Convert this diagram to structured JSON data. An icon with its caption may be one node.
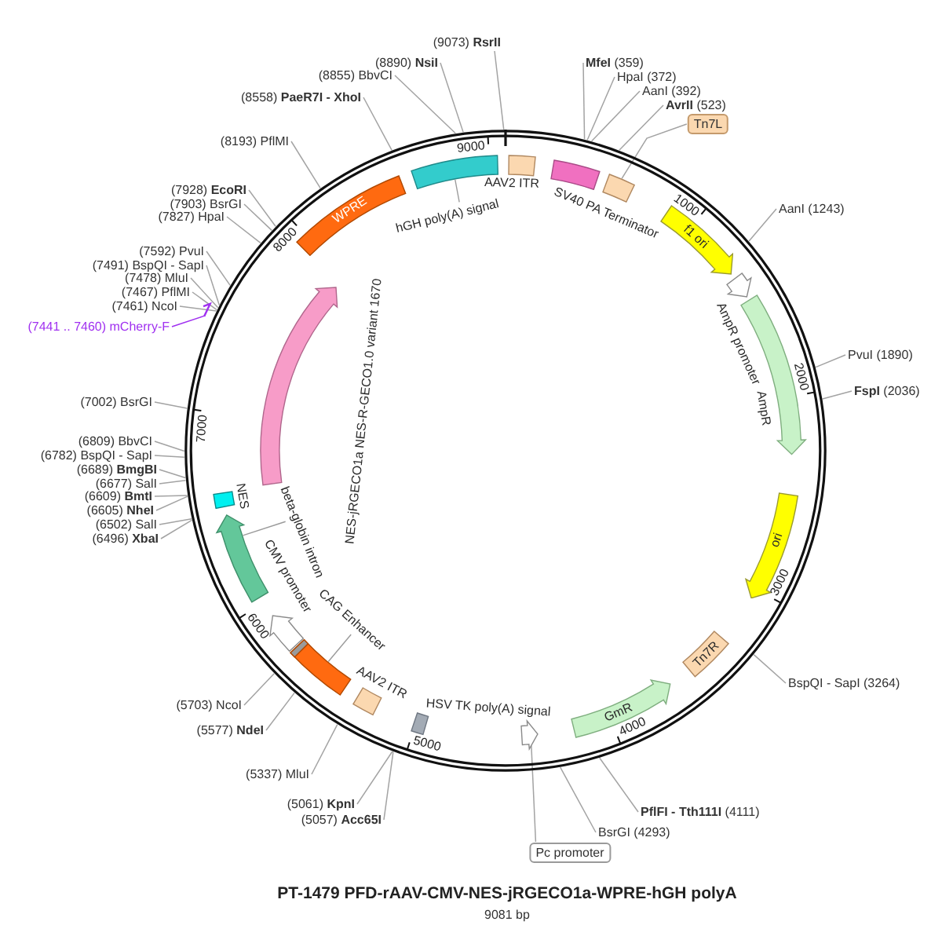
{
  "diagram": {
    "title": "PT-1479 PFD-rAAV-CMV-NES-jRGECO1a-WPRE-hGH polyA",
    "caption": "9081 bp",
    "nodes": [
      {
        "text": [],
        "shape": "circle"
      },
      {
        "text": [
          "WPRE"
        ],
        "in": 0
      },
      {
        "text": [],
        "shape": "box",
        "in": 0,
        "beside": [
          "hGH poly(A) signal"
        ]
      },
      {
        "text": [],
        "shape": "box",
        "in": 0,
        "beside": [
          "AAV2 ITR"
        ]
      },
      {
        "text": [],
        "shape": "box",
        "in": 0,
        "beside": [
          "SV40 PA Terminator"
        ]
      },
      {
        "text": [],
        "shape": "box",
        "in": 0
      },
      {
        "text": [
          "f1 ori"
        ],
        "in": 0
      },
      {
        "text": [],
        "shape": "arrow",
        "in": 0,
        "beside": [
          "AmpR promoter"
        ]
      },
      {
        "text": [],
        "shape": "arrow",
        "in": 0,
        "beside": [
          "AmpR"
        ]
      },
      {
        "text": [
          "ori"
        ],
        "in": 0
      },
      {
        "text": [
          "Tn7R"
        ],
        "in": 0
      },
      {
        "text": [
          "GmR"
        ],
        "in": 0
      },
      {
        "text": [],
        "shape": "arrow",
        "in": 0
      },
      {
        "text": [],
        "shape": "box",
        "in": 0,
        "beside": [
          "HSV TK poly(A) signal"
        ]
      },
      {
        "text": [],
        "shape": "box",
        "in": 0,
        "beside": [
          "AAV2 ITR"
        ]
      },
      {
        "text": [],
        "shape": "box",
        "in": 0,
        "beside": [
          "CAG Enhancer"
        ]
      },
      {
        "text": [],
        "shape": "arrow",
        "in": 0,
        "beside": [
          "CMV promoter"
        ]
      },
      {
        "text": [],
        "shape": "arrow",
        "in": 0,
        "beside": [
          "beta-globin intron"
        ]
      },
      {
        "text": [],
        "shape": "box",
        "in": 0,
        "beside": [
          "NES"
        ]
      },
      {
        "text": [],
        "shape": "arrow",
        "in": 0,
        "beside": [
          "NES-jRGECO1a NES-R-GECO1.0 variant 1670"
        ]
      },
      {
        "text": [],
        "shape": "arrow"
      },
      {
        "text": [
          "Tn7L"
        ]
      },
      {
        "text": [
          "Pc promoter"
        ]
      },
      {
        "text": [
          "(7441 .. 7460) mCherry-F"
        ]
      },
      {
        "text": [
          "**MfeI** (359)"
        ]
      },
      {
        "text": [
          "HpaI (372)"
        ]
      },
      {
        "text": [
          "AanI (392)"
        ]
      },
      {
        "text": [
          "**AvrII** (523)"
        ]
      },
      {
        "text": [
          "AanI (1243)"
        ]
      },
      {
        "text": [
          "PvuI (1890)"
        ]
      },
      {
        "text": [
          "**FspI** (2036)"
        ]
      },
      {
        "text": [
          "BspQI - SapI (3264)"
        ]
      },
      {
        "text": [
          "**PflFI - Tth111I** (4111)"
        ]
      },
      {
        "text": [
          "BsrGI (4293)"
        ]
      },
      {
        "text": [
          "(5057) **Acc65I**"
        ]
      },
      {
        "text": [
          "(5061) **KpnI**"
        ]
      },
      {
        "text": [
          "(5337) MluI"
        ]
      },
      {
        "text": [
          "(5577) **NdeI**"
        ]
      },
      {
        "text": [
          "(5703) NcoI"
        ]
      },
      {
        "text": [
          "(6496) **XbaI**"
        ]
      },
      {
        "text": [
          "(6502) SalI"
        ]
      },
      {
        "text": [
          "(6605) **NheI**"
        ]
      },
      {
        "text": [
          "(6609) **BmtI**"
        ]
      },
      {
        "text": [
          "(6677) SalI"
        ]
      },
      {
        "text": [
          "(6689) **BmgBI**"
        ]
      },
      {
        "text": [
          "(6782) BspQI - SapI"
        ]
      },
      {
        "text": [
          "(6809) BbvCI"
        ]
      },
      {
        "text": [
          "(7002) BsrGI"
        ]
      },
      {
        "text": [
          "(7461) NcoI"
        ]
      },
      {
        "text": [
          "(7467) PflMI"
        ]
      },
      {
        "text": [
          "(7478) MluI"
        ]
      },
      {
        "text": [
          "(7491) BspQI - SapI"
        ]
      },
      {
        "text": [
          "(7592) PvuI"
        ]
      },
      {
        "text": [
          "(7827) HpaI"
        ]
      },
      {
        "text": [
          "(7903) BsrGI"
        ]
      },
      {
        "text": [
          "(7928) **EcoRI**"
        ]
      },
      {
        "text": [
          "(8193) PflMI"
        ]
      },
      {
        "text": [
          "(8558) **PaeR7I - XhoI**"
        ]
      },
      {
        "text": [
          "(8855) BbvCI"
        ]
      },
      {
        "text": [
          "(8890) **NsiI**"
        ]
      },
      {
        "text": [
          "(9073) **RsrII**"
        ]
      }
    ],
    "edges": [
      {
        "from": 21,
        "to": 5,
        "arrow": "none"
      },
      {
        "from": 22,
        "to": 12,
        "arrow": "none"
      },
      {
        "from": 23,
        "to": 20,
        "arrow": "none",
        "color": "#a030f0"
      },
      {
        "from": 24,
        "to": 0,
        "arrow": "none"
      },
      {
        "from": 25,
        "to": 0,
        "arrow": "none"
      },
      {
        "from": 26,
        "to": 0,
        "arrow": "none"
      },
      {
        "from": 27,
        "to": 0,
        "arrow": "none"
      },
      {
        "from": 28,
        "to": 0,
        "arrow": "none"
      },
      {
        "from": 29,
        "to": 0,
        "arrow": "none"
      },
      {
        "from": 30,
        "to": 0,
        "arrow": "none"
      },
      {
        "from": 31,
        "to": 0,
        "arrow": "none"
      },
      {
        "from": 32,
        "to": 0,
        "arrow": "none"
      },
      {
        "from": 33,
        "to": 0,
        "arrow": "none"
      },
      {
        "from": 34,
        "to": 0,
        "arrow": "none"
      },
      {
        "from": 35,
        "to": 0,
        "arrow": "none"
      },
      {
        "from": 36,
        "to": 0,
        "arrow": "none"
      },
      {
        "from": 37,
        "to": 0,
        "arrow": "none"
      },
      {
        "from": 38,
        "to": 0,
        "arrow": "none"
      },
      {
        "from": 39,
        "to": 0,
        "arrow": "none"
      },
      {
        "from": 40,
        "to": 0,
        "arrow": "none"
      },
      {
        "from": 41,
        "to": 0,
        "arrow": "none"
      },
      {
        "from": 42,
        "to": 0,
        "arrow": "none"
      },
      {
        "from": 43,
        "to": 0,
        "arrow": "none"
      },
      {
        "from": 44,
        "to": 0,
        "arrow": "none"
      },
      {
        "from": 45,
        "to": 0,
        "arrow": "none"
      },
      {
        "from": 46,
        "to": 0,
        "arrow": "none"
      },
      {
        "from": 47,
        "to": 0,
        "arrow": "none"
      },
      {
        "from": 48,
        "to": 0,
        "arrow": "none"
      },
      {
        "from": 49,
        "to": 0,
        "arrow": "none"
      },
      {
        "from": 50,
        "to": 0,
        "arrow": "none"
      },
      {
        "from": 51,
        "to": 0,
        "arrow": "none"
      },
      {
        "from": 52,
        "to": 0,
        "arrow": "none"
      },
      {
        "from": 53,
        "to": 0,
        "arrow": "none"
      },
      {
        "from": 54,
        "to": 0,
        "arrow": "none"
      },
      {
        "from": 55,
        "to": 0,
        "arrow": "none"
      },
      {
        "from": 56,
        "to": 0,
        "arrow": "none"
      },
      {
        "from": 57,
        "to": 0,
        "arrow": "none"
      },
      {
        "from": 58,
        "to": 0,
        "arrow": "none"
      },
      {
        "from": 59,
        "to": 0,
        "arrow": "none"
      },
      {
        "from": 60,
        "to": 0,
        "arrow": "none"
      }
    ],
    "labels": [
      "1000",
      "2000",
      "3000",
      "4000",
      "5000",
      "6000",
      "7000",
      "8000",
      "9000"
    ]
  }
}
